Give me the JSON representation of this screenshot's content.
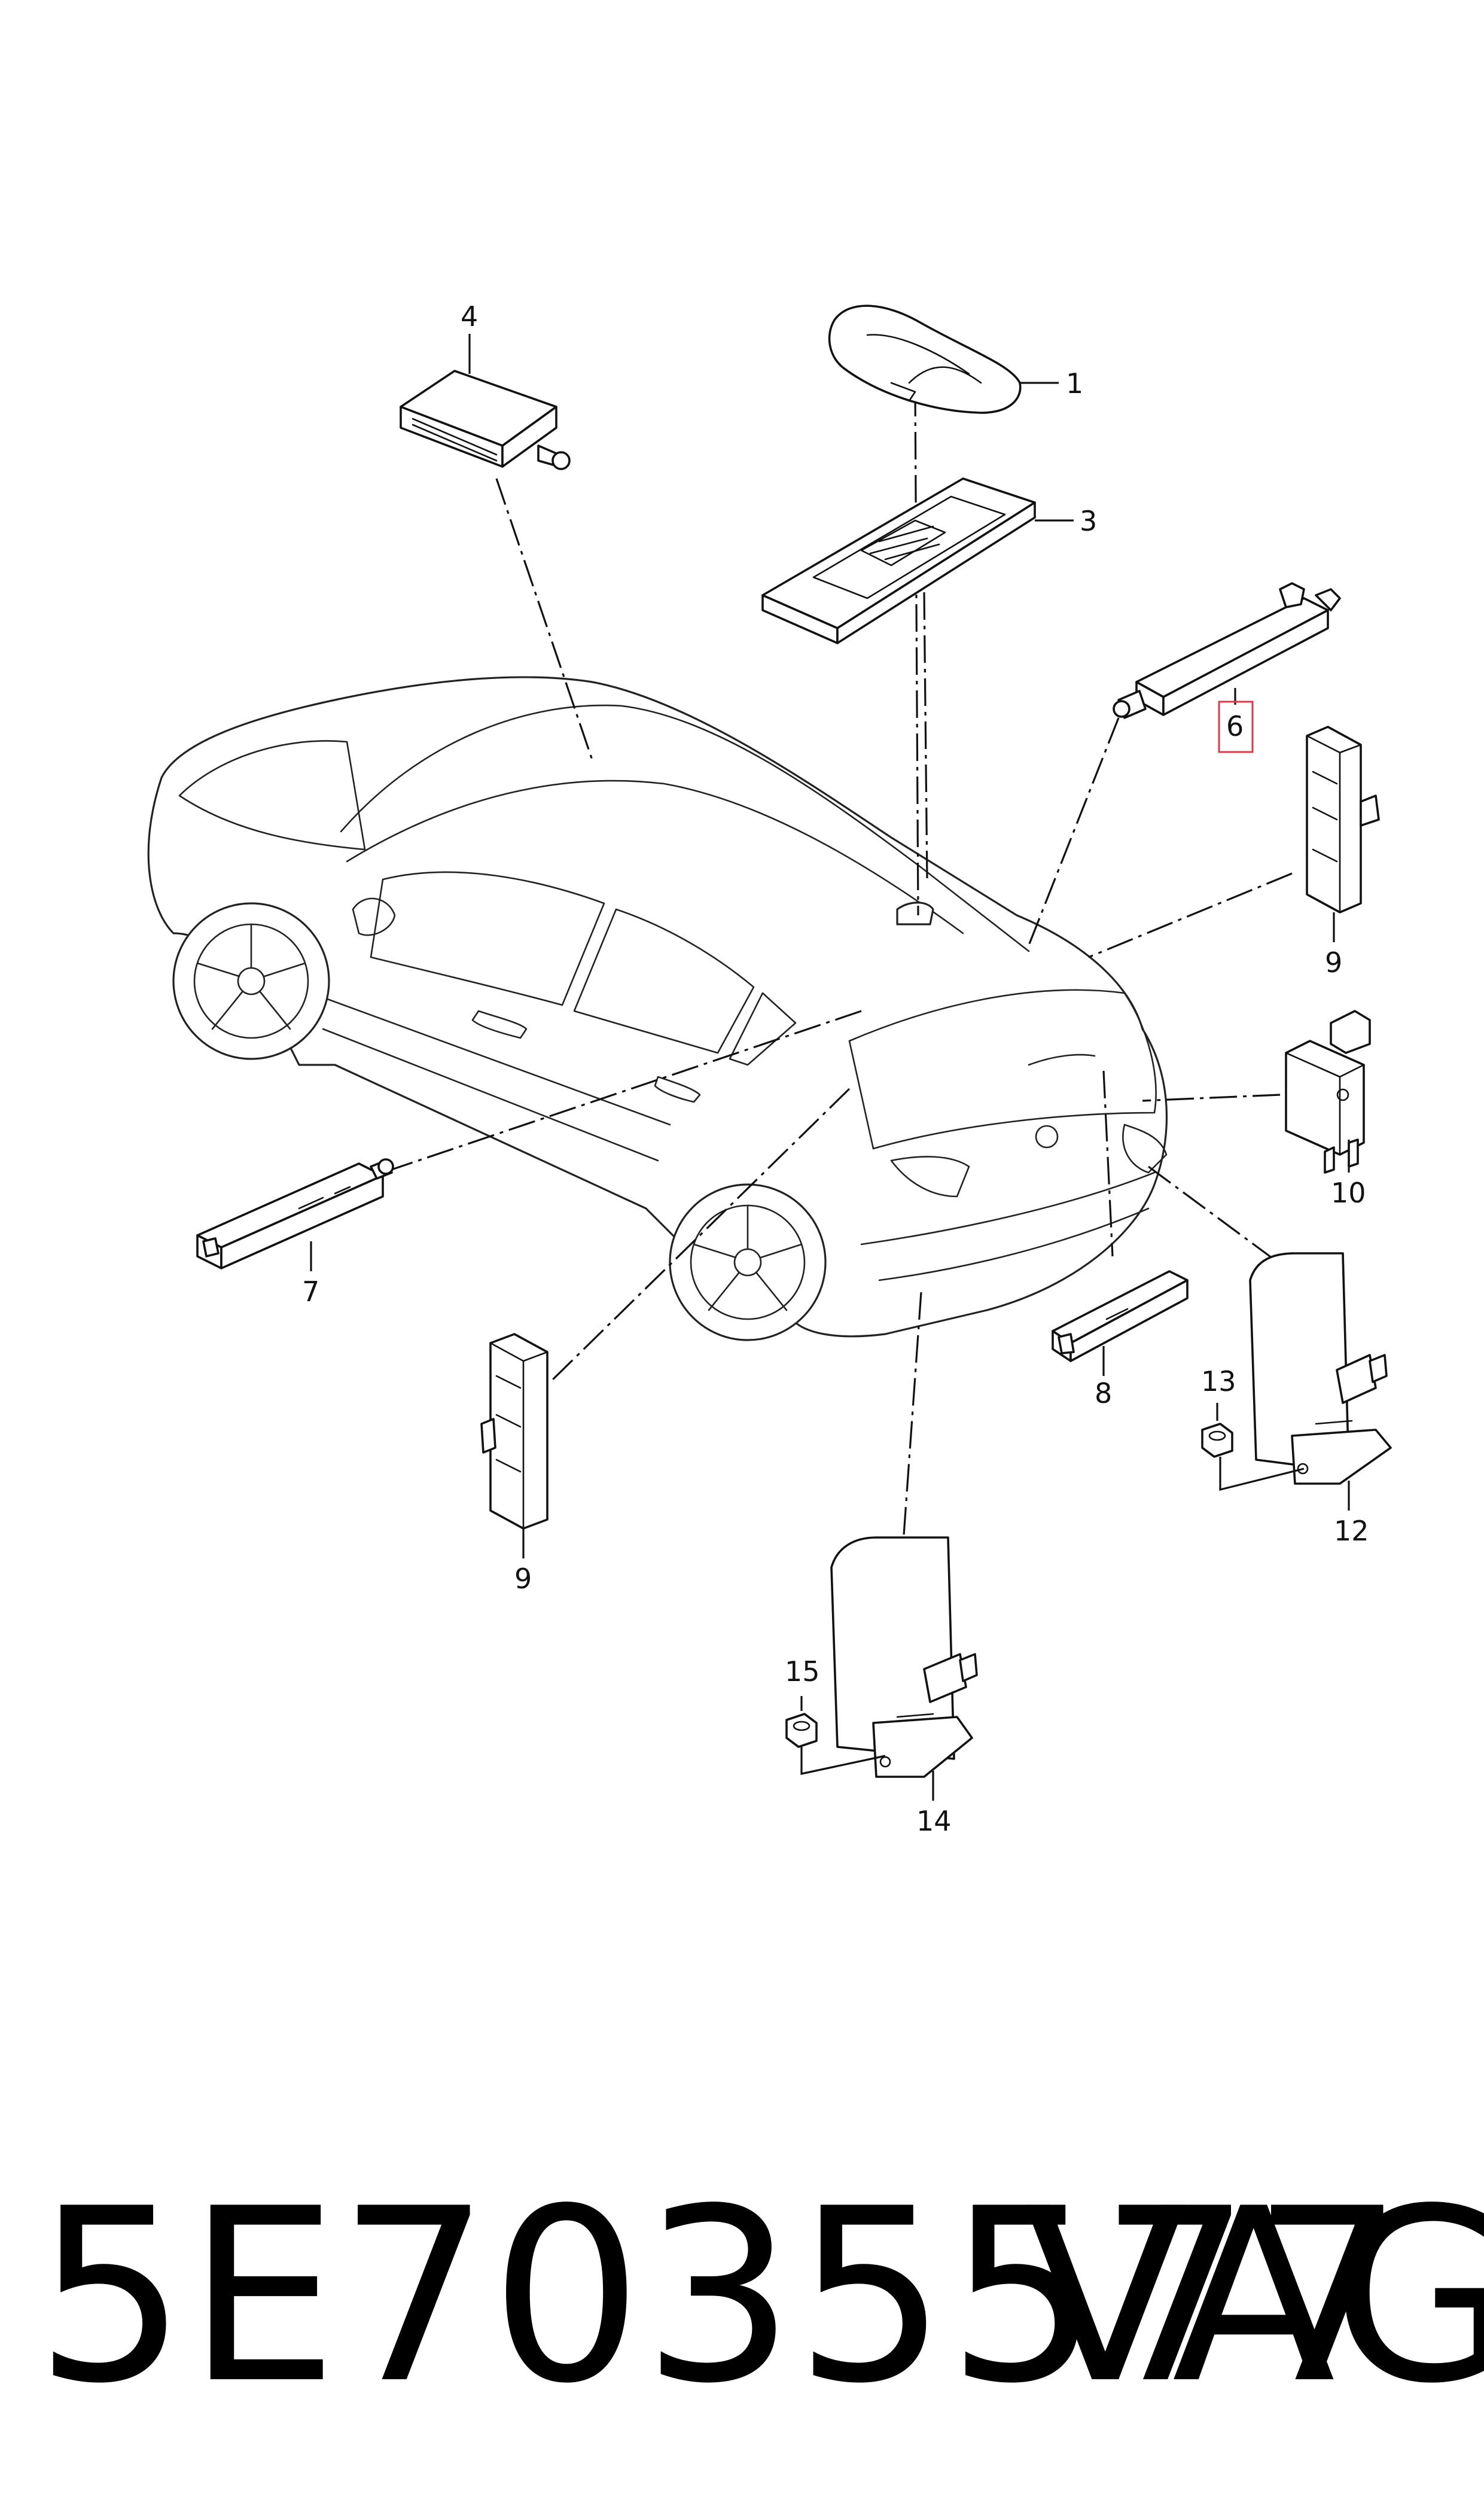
{
  "callouts": {
    "c1": "1",
    "c3": "3",
    "c4": "4",
    "c6": "6",
    "c7": "7",
    "c8": "8",
    "c9a": "9",
    "c9b": "9",
    "c10": "10",
    "c12": "12",
    "c13": "13",
    "c14": "14",
    "c15": "15"
  },
  "highlight": {
    "label": "6",
    "color": "#e03a4a"
  },
  "footer": {
    "part_number": "5E7035577",
    "brand": "VAG"
  }
}
